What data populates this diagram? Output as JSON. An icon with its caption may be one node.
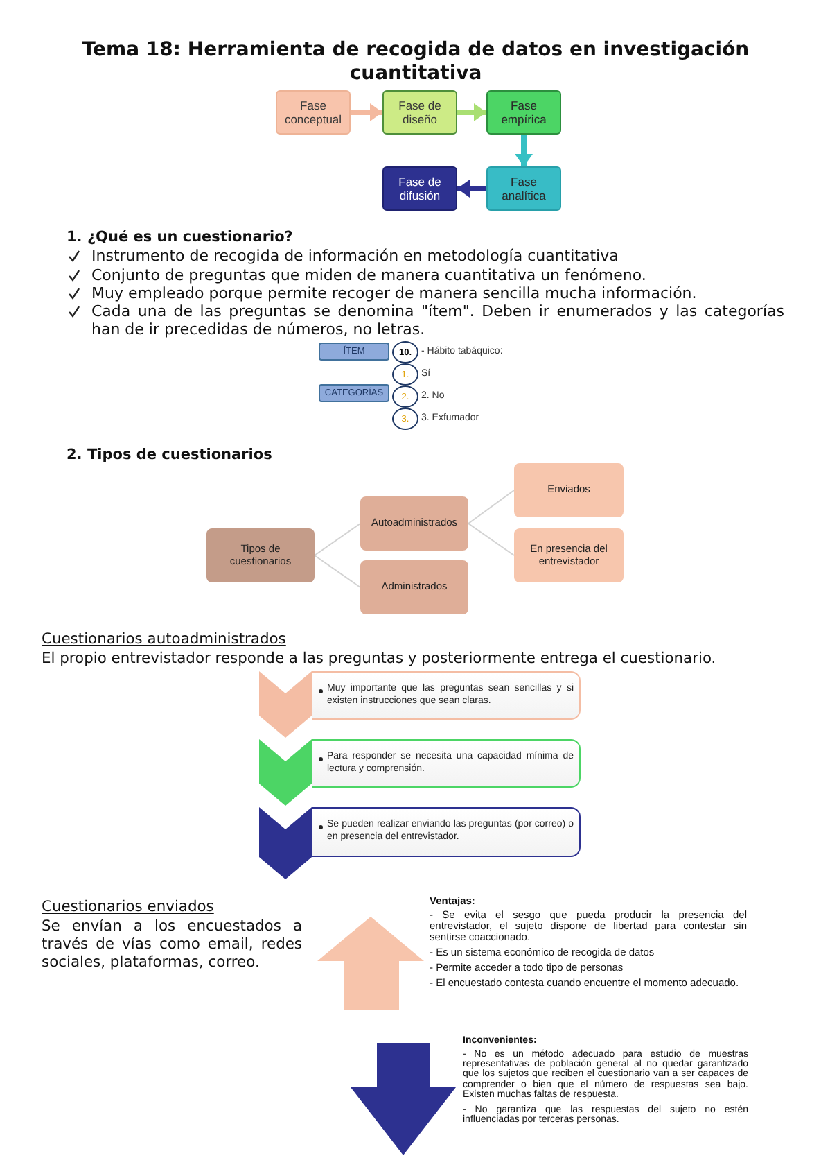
{
  "diagram": {
    "title": "Tema 18: Herramienta de recogida de datos en investigación cuantitativa",
    "nodes": [
      {
        "text": [
          "Fase conceptual"
        ]
      },
      {
        "text": [
          "Fase de diseño"
        ]
      },
      {
        "text": [
          "Fase empírica"
        ]
      },
      {
        "text": [
          "Fase de difusión"
        ]
      },
      {
        "text": [
          "Fase analítica"
        ]
      },
      {
        "text": [
          "ÍTEM"
        ]
      },
      {
        "text": [
          "10."
        ],
        "beside": [
          "- Hábito tabáquico:"
        ]
      },
      {
        "text": [
          "1."
        ],
        "beside": [
          "Sí"
        ]
      },
      {
        "text": [
          "CATEGORÍAS"
        ]
      },
      {
        "text": [
          "2."
        ],
        "beside": [
          "2. No"
        ]
      },
      {
        "text": [
          "3."
        ],
        "beside": [
          "3. Exfumador"
        ]
      },
      {
        "text": [
          "Tipos de cuestionarios"
        ]
      },
      {
        "text": [
          "Autoadministrados"
        ]
      },
      {
        "text": [
          "Administrados"
        ]
      },
      {
        "text": [
          "Enviados"
        ]
      },
      {
        "text": [
          "En presencia del entrevistador"
        ]
      },
      {
        "text": [
          "Muy importante que las preguntas sean sencillas y si existen instrucciones que sean claras."
        ]
      },
      {
        "text": [
          "Para responder se necesita una capacidad mínima de lectura y comprensión."
        ]
      },
      {
        "text": [
          "Se pueden realizar enviando las preguntas (por correo) o en presencia del entrevistador."
        ]
      }
    ],
    "edges": [
      {
        "from": 0,
        "to": 1,
        "arrow": "to",
        "style": "thick",
        "color": "#f4b99f"
      },
      {
        "from": 1,
        "to": 2,
        "arrow": "to",
        "style": "thick",
        "color": "#a9df72"
      },
      {
        "from": 2,
        "to": 4,
        "arrow": "to",
        "style": "thick",
        "color": "#36c0c4"
      },
      {
        "from": 4,
        "to": 3,
        "arrow": "to",
        "style": "thick",
        "color": "#2e3192"
      },
      {
        "from": 11,
        "to": 12,
        "arrow": "none"
      },
      {
        "from": 11,
        "to": 13,
        "arrow": "none"
      },
      {
        "from": 12,
        "to": 14,
        "arrow": "none"
      },
      {
        "from": 12,
        "to": 15,
        "arrow": "none"
      }
    ],
    "labels": [
      "1. ¿Qué es un cuestionario?",
      "Instrumento de recogida de información en metodología cuantitativa",
      "Conjunto de preguntas que miden de manera cuantitativa un fenómeno.",
      "Muy empleado porque permite recoger de manera sencilla mucha información.",
      "Cada una de las preguntas se denomina \"ítem\". Deben ir enumerados y las categorías han de ir precedidas de números, no letras.",
      "2. Tipos de cuestionarios",
      "Cuestionarios autoadministrados",
      "El propio entrevistador responde a las preguntas y posteriormente entrega el cuestionario.",
      "Cuestionarios enviados",
      "Se envían a los encuestados a través de vías como email, redes sociales, plataformas, correo.",
      "Ventajas:",
      "- Se evita el sesgo que pueda producir la presencia del entrevistador, el sujeto dispone de libertad para contestar sin sentirse coaccionado.",
      "- Es un sistema económico de recogida de datos",
      "- Permite acceder a todo tipo de personas",
      "- El encuestado contesta cuando encuentre el momento adecuado.",
      "Inconvenientes:",
      "- No es un método adecuado para estudio de muestras representativas de población general al no quedar garantizado que los sujetos que reciben el cuestionario van a ser capaces de comprender o bien que el número de respuestas sea bajo. Existen muchas faltas de respuesta.",
      "- No garantiza que las respuestas del sujeto no estén influenciadas por terceras personas."
    ]
  }
}
